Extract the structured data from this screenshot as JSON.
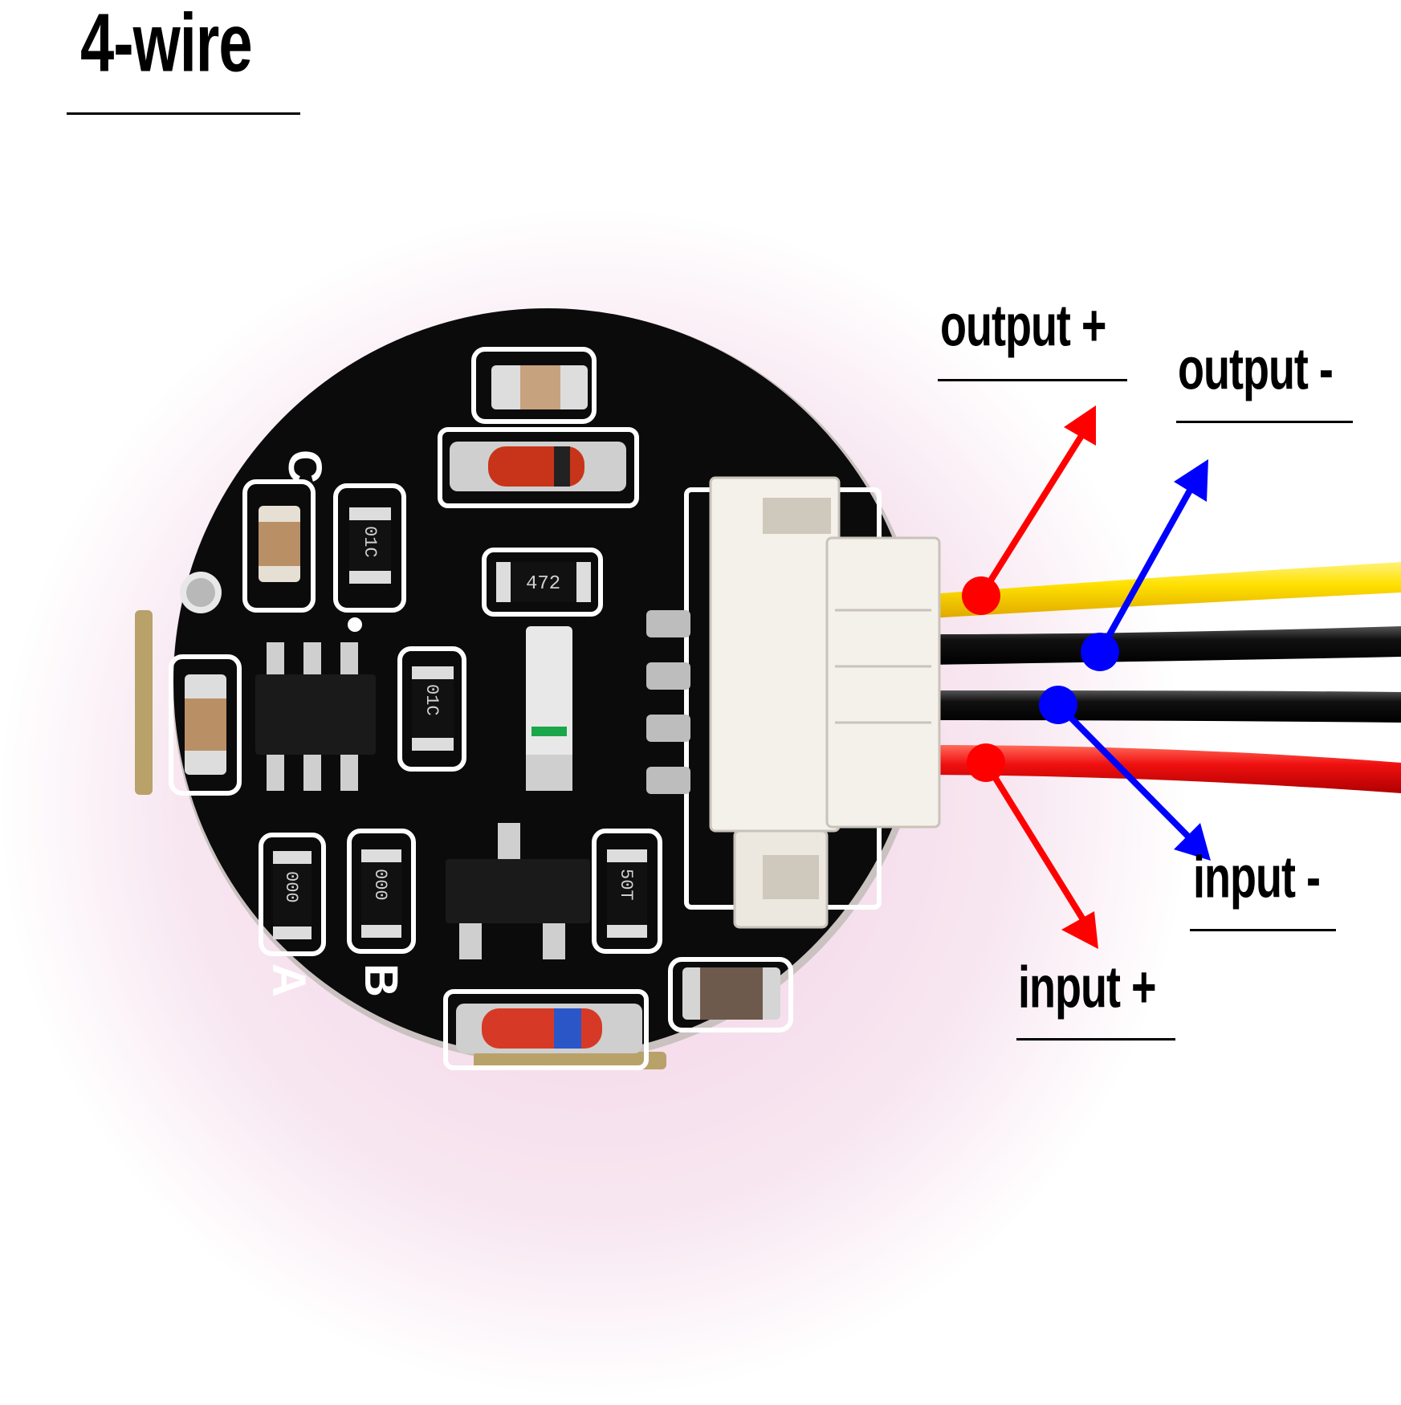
{
  "title": "4-wire",
  "labels": {
    "output_plus": "output +",
    "output_minus": "output -",
    "input_minus": "input -",
    "input_plus": "input +"
  },
  "pcb_markings": {
    "C": "C",
    "A": "A",
    "B": "B",
    "r1": "01C",
    "r2": "01C",
    "r3": "472",
    "r4": "000",
    "r5": "000",
    "r6": "50T"
  },
  "colors": {
    "background": "#ffffff",
    "shadow": "#f3d9ea",
    "board": "#0b0b0c",
    "silkscreen": "#ffffff",
    "wire_yellow": "#ffe100",
    "wire_black": "#0a0a0a",
    "wire_red": "#f01010",
    "arrow_red": "#ff0000",
    "arrow_blue": "#0000ff",
    "connector": "#f4f0ea"
  }
}
